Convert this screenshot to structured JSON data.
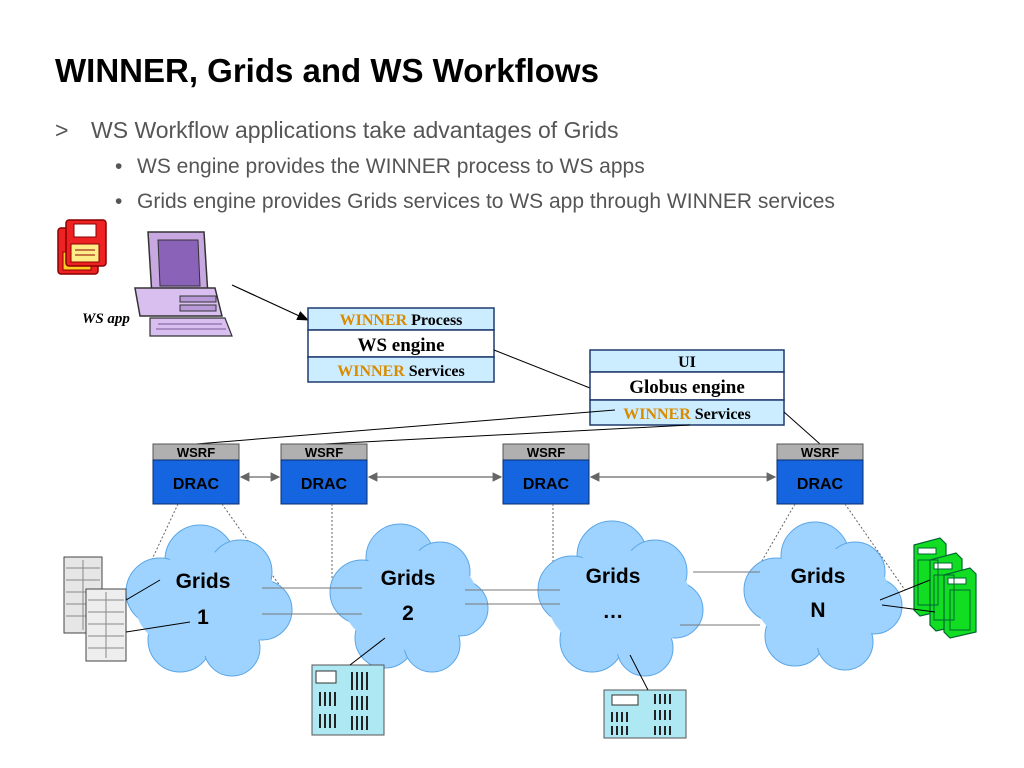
{
  "title": "WINNER, Grids and WS Workflows",
  "bullets": {
    "level1_marker": ">",
    "level2_marker": "•",
    "main": "WS Workflow applications take advantages of Grids",
    "sub": [
      "WS engine provides the WINNER process to WS apps",
      "Grids engine provides Grids services to WS app through WINNER services"
    ]
  },
  "ws_app": {
    "label": "WS app"
  },
  "ws_engine_stack": {
    "top_accent": "WINNER",
    "top_rest": " Process",
    "middle": "WS engine",
    "bottom_accent": "WINNER",
    "bottom_rest": " Services"
  },
  "globus_stack": {
    "top": "UI",
    "middle": "Globus engine",
    "bottom_accent": "WINNER",
    "bottom_rest": " Services"
  },
  "drac_nodes": [
    {
      "top": "WSRF",
      "bottom": "DRAC"
    },
    {
      "top": "WSRF",
      "bottom": "DRAC"
    },
    {
      "top": "WSRF",
      "bottom": "DRAC"
    },
    {
      "top": "WSRF",
      "bottom": "DRAC"
    }
  ],
  "grids": [
    {
      "line1": "Grids",
      "line2": "1"
    },
    {
      "line1": "Grids",
      "line2": "2"
    },
    {
      "line1": "Grids",
      "line2": "…"
    },
    {
      "line1": "Grids",
      "line2": "N"
    }
  ],
  "colors": {
    "accent_winner": "#d98b00",
    "box_fill": "#ccecff",
    "box_border": "#1f3a6e",
    "wsrf_fill": "#b0b0b0",
    "drac_fill": "#1565e0",
    "cloud_fill": "#9fd3ff",
    "computer": "#c8a8e0",
    "server_green": "#11dd22"
  }
}
